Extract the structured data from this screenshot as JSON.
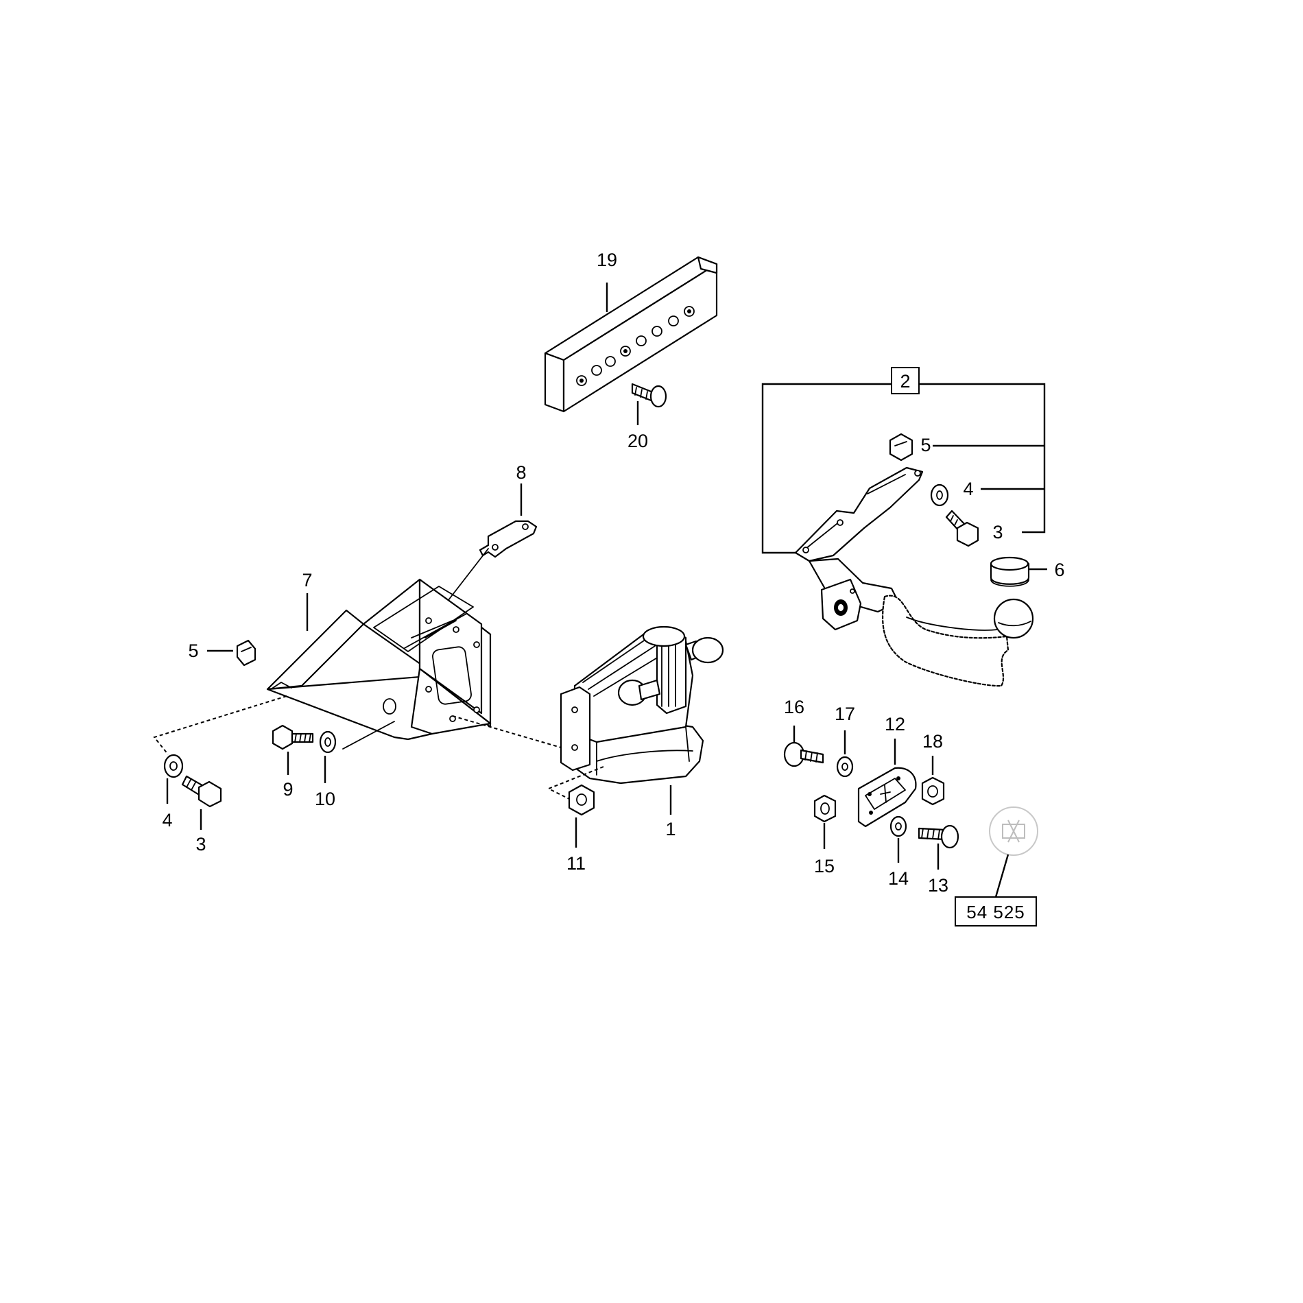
{
  "diagram": {
    "callouts": {
      "c1": "1",
      "c2": "2",
      "c3a": "3",
      "c3b": "3",
      "c4a": "4",
      "c4b": "4",
      "c5a": "5",
      "c5b": "5",
      "c6": "6",
      "c7": "7",
      "c8": "8",
      "c9": "9",
      "c10": "10",
      "c11": "11",
      "c12": "12",
      "c13": "13",
      "c14": "14",
      "c15": "15",
      "c16": "16",
      "c17": "17",
      "c18": "18",
      "c19": "19",
      "c20": "20"
    },
    "reference_number": "54 525"
  }
}
